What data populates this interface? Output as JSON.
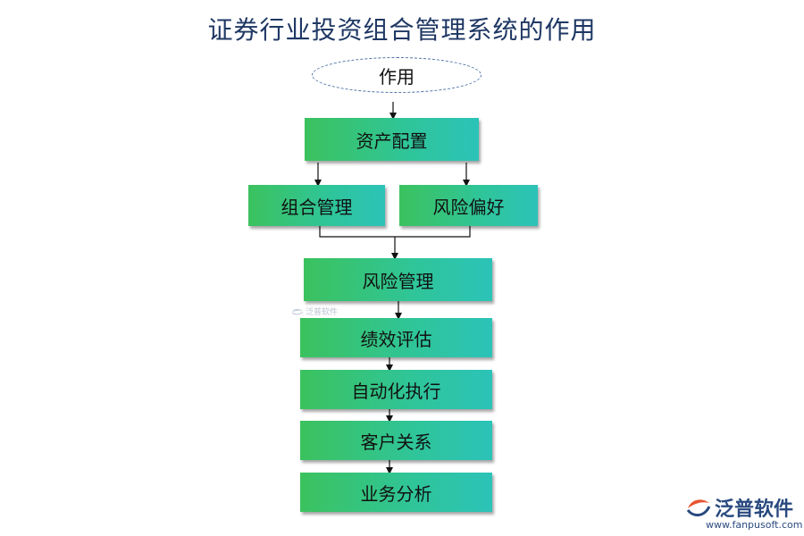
{
  "title": "证券行业投资组合管理系统的作用",
  "root": "作用",
  "nodes": {
    "asset_allocation": "资产配置",
    "portfolio_management": "组合管理",
    "risk_preference": "风险偏好",
    "risk_management": "风险管理",
    "performance_evaluation": "绩效评估",
    "automated_execution": "自动化执行",
    "client_relations": "客户关系",
    "business_analysis": "业务分析"
  },
  "watermark": {
    "small_text": "泛普软件",
    "logo_text": "泛普软件",
    "logo_url": "www.fanpusoft.com"
  },
  "colors": {
    "box_gradient_start": "#3bc25e",
    "box_gradient_end": "#2bc3b8",
    "title": "#1f3864",
    "logo": "#2a4a7f"
  }
}
